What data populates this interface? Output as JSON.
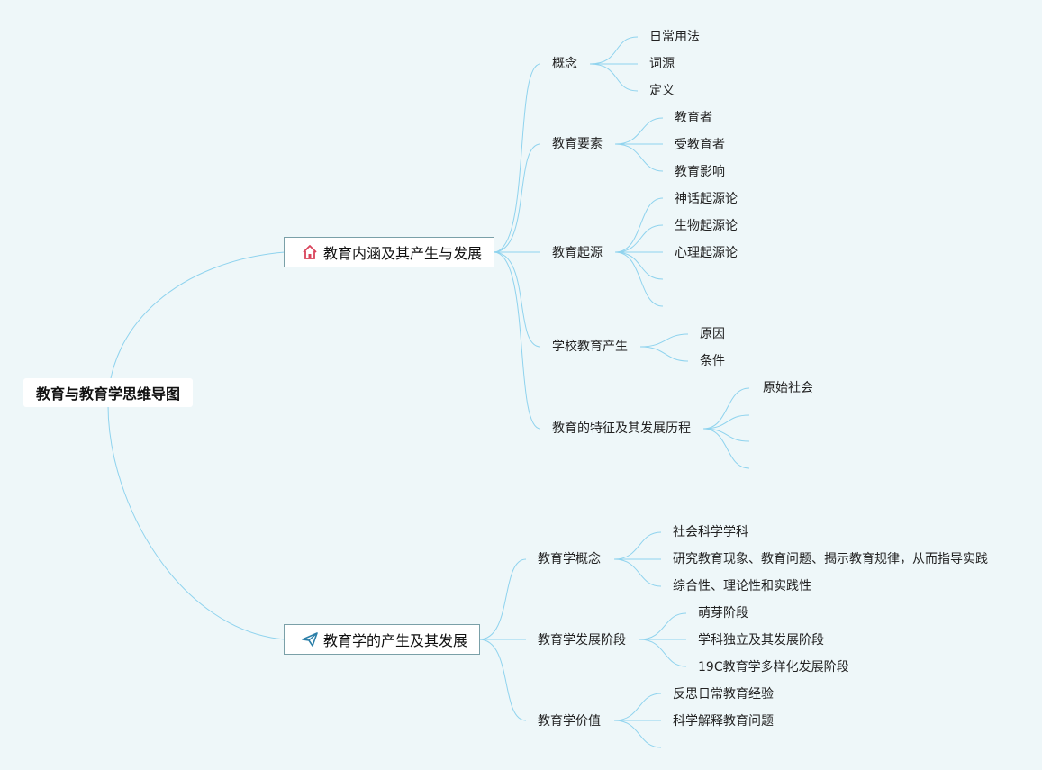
{
  "root": {
    "label": "教育与教育学思维导图"
  },
  "branch1": {
    "label": "教育内涵及其产生与发展",
    "icon": "home-icon",
    "icon_color": "#d9435a",
    "children": {
      "concept": {
        "label": "概念",
        "items": [
          "日常用法",
          "词源",
          "定义"
        ]
      },
      "elements": {
        "label": "教育要素",
        "items": [
          "教育者",
          "受教育者",
          "教育影响"
        ]
      },
      "origin": {
        "label": "教育起源",
        "items": [
          "神话起源论",
          "生物起源论",
          "心理起源论"
        ]
      },
      "school": {
        "label": "学校教育产生",
        "items": [
          "原因",
          "条件"
        ]
      },
      "features": {
        "label": "教育的特征及其发展历程",
        "items": [
          "原始社会"
        ]
      }
    }
  },
  "branch2": {
    "label": "教育学的产生及其发展",
    "icon": "paper-plane-icon",
    "icon_color": "#2c7fa8",
    "children": {
      "concept": {
        "label": "教育学概念",
        "items": [
          "社会科学学科",
          "研究教育现象、教育问题、揭示教育规律，从而指导实践",
          "综合性、理论性和实践性"
        ]
      },
      "stages": {
        "label": "教育学发展阶段",
        "items": [
          "萌芽阶段",
          "学科独立及其发展阶段",
          "19C教育学多样化发展阶段"
        ]
      },
      "value": {
        "label": "教育学价值",
        "items": [
          "反思日常教育经验",
          "科学解释教育问题"
        ]
      }
    }
  },
  "colors": {
    "background": "#eef7f9",
    "connector": "#8fd3ee",
    "branch_border": "#7aa0a8"
  }
}
